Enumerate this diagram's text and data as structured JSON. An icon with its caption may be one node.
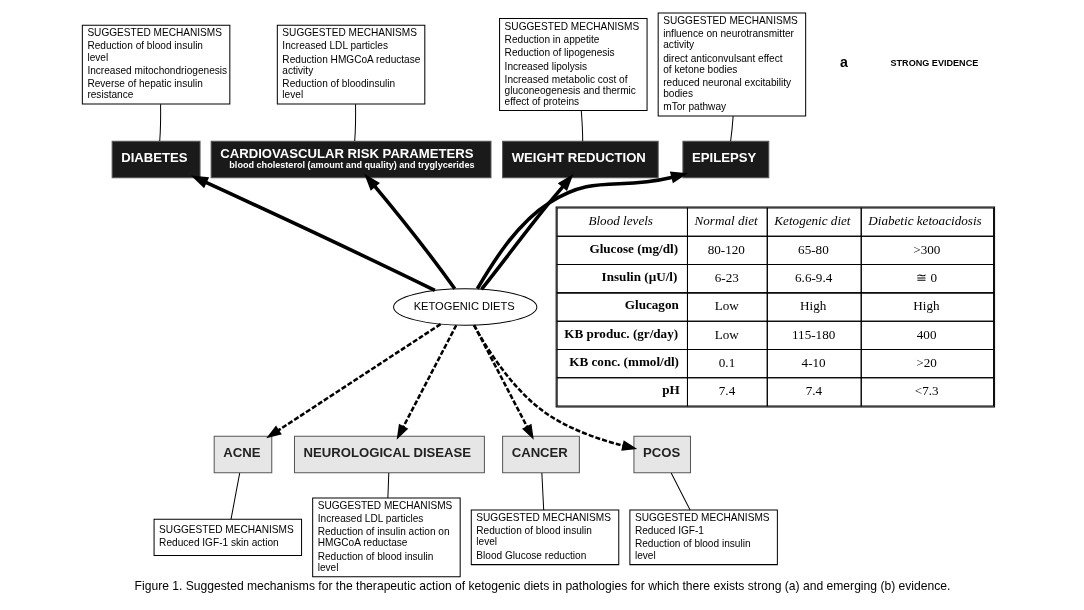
{
  "diagram": {
    "caption": "Figure 1. Suggested mechanisms for the therapeutic action of ketogenic diets in pathologies for which there exists strong (a) and emerging (b) evidence.",
    "nodes": [
      {
        "text": [
          "KETOGENIC DIETS"
        ]
      },
      {
        "text": [
          "DIABETES"
        ]
      },
      {
        "text": [
          "SUGGESTED MECHANISMS",
          "Reduction of blood insulin level",
          "Increased mitochondriogenesis",
          "Reverse of hepatic insulin resistance"
        ]
      },
      {
        "text": [
          "CARDIOVASCULAR RISK PARAMETERS",
          "blood cholesterol (amount and quality) and tryglycerides"
        ]
      },
      {
        "text": [
          "SUGGESTED MECHANISMS",
          "Increased LDL particles",
          "Reduction HMGCoA reductase activity",
          "Reduction of bloodinsulin level"
        ]
      },
      {
        "text": [
          "WEIGHT REDUCTION"
        ]
      },
      {
        "text": [
          "SUGGESTED MECHANISMS",
          "Reduction in appetite",
          "Reduction of lipogenesis",
          "Increased lipolysis",
          "Increased metabolic cost of gluconeogenesis and thermic effect of proteins"
        ]
      },
      {
        "text": [
          "EPILEPSY"
        ]
      },
      {
        "text": [
          "SUGGESTED MECHANISMS",
          "influence on neurotransmitter activity",
          "direct anticonvulsant effect of ketone bodies",
          "reduced neuronal excitability bodies",
          "mTor pathway"
        ]
      },
      {
        "text": [
          "ACNE"
        ]
      },
      {
        "text": [
          "SUGGESTED MECHANISMS",
          "Reduced IGF-1 skin action"
        ]
      },
      {
        "text": [
          "NEUROLOGICAL DISEASE"
        ]
      },
      {
        "text": [
          "SUGGESTED MECHANISMS",
          "Increased LDL particles",
          "Reduction of insulin action on HMGCoA reductase",
          "Reduction of blood insulin level"
        ]
      },
      {
        "text": [
          "CANCER"
        ]
      },
      {
        "text": [
          "SUGGESTED MECHANISMS",
          "Reduction of blood insulin level",
          "Blood Glucose reduction"
        ]
      },
      {
        "text": [
          "PCOS"
        ]
      },
      {
        "text": [
          "SUGGESTED MECHANISMS",
          "Reduced IGF-1",
          "Reduction of blood insulin level"
        ]
      }
    ],
    "edges": [
      {
        "from": 0,
        "to": 1,
        "arrow": "to",
        "style": "thick"
      },
      {
        "from": 0,
        "to": 3,
        "arrow": "to",
        "style": "thick"
      },
      {
        "from": 0,
        "to": 5,
        "arrow": "to",
        "style": "thick"
      },
      {
        "from": 0,
        "to": 7,
        "arrow": "to",
        "style": "thick"
      },
      {
        "from": 0,
        "to": 9,
        "arrow": "to",
        "style": "dashed"
      },
      {
        "from": 0,
        "to": 11,
        "arrow": "to",
        "style": "dashed"
      },
      {
        "from": 0,
        "to": 13,
        "arrow": "to",
        "style": "dashed"
      },
      {
        "from": 0,
        "to": 15,
        "arrow": "to",
        "style": "dashed"
      },
      {
        "from": 1,
        "to": 2,
        "arrow": "none"
      },
      {
        "from": 3,
        "to": 4,
        "arrow": "none"
      },
      {
        "from": 5,
        "to": 6,
        "arrow": "none"
      },
      {
        "from": 7,
        "to": 8,
        "arrow": "none"
      },
      {
        "from": 9,
        "to": 10,
        "arrow": "none"
      },
      {
        "from": 11,
        "to": 12,
        "arrow": "none"
      },
      {
        "from": 13,
        "to": 14,
        "arrow": "none"
      },
      {
        "from": 15,
        "to": 16,
        "arrow": "none"
      }
    ],
    "labels": [
      "Blood levels",
      "Normal diet",
      "Ketogenic diet",
      "Diabetic ketoacidosis",
      "Glucose (mg/dl)",
      "80-120",
      "65-80",
      ">300",
      "Insulin (µU/l)",
      "6-23",
      "6.6-9.4",
      "≅ 0",
      "Glucagon",
      "Low",
      "High",
      "High",
      "KB produc. (gr/day)",
      "Low",
      "115-180",
      "400",
      "KB conc. (mmol/dl)",
      "0.1",
      "4-10",
      ">20",
      "pH",
      "7.4",
      "7.4",
      "<7.3",
      "a",
      "STRONG EVIDENCE"
    ]
  }
}
